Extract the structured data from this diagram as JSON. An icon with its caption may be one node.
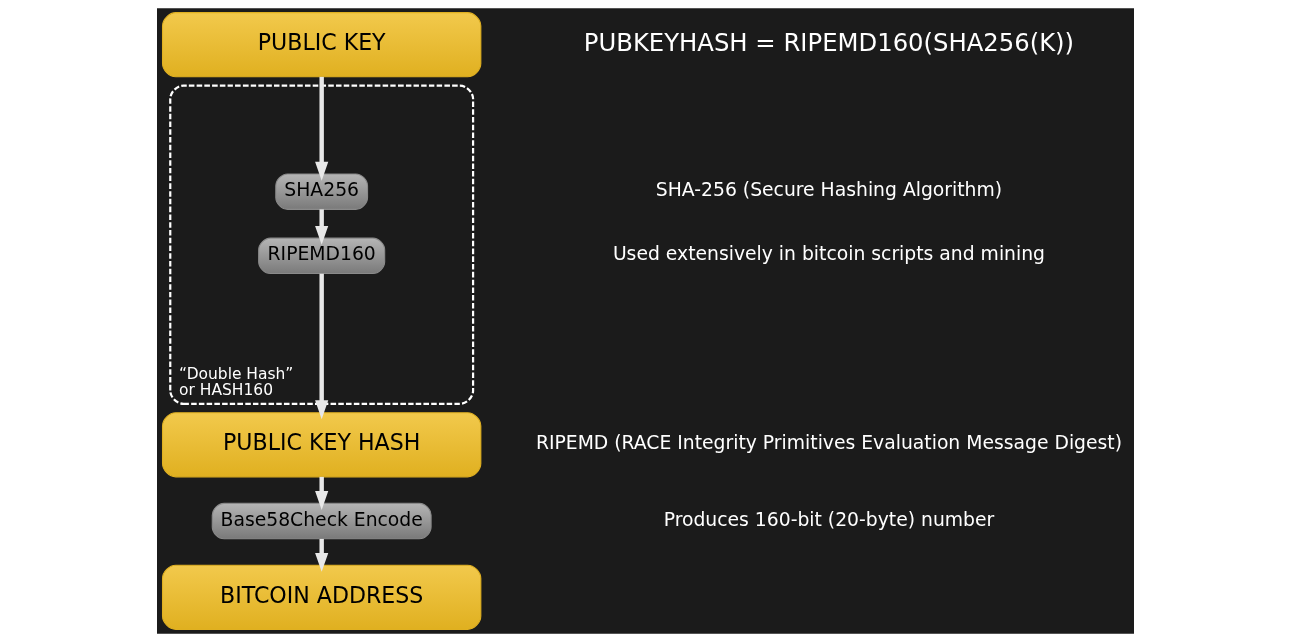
{
  "diagram": {
    "nodes": [
      {
        "text": [
          "PUBLIC KEY"
        ]
      },
      {
        "text": [
          "“Double Hash” or HASH160"
        ]
      },
      {
        "text": [
          "SHA256"
        ],
        "in": 1
      },
      {
        "text": [
          "RIPEMD160"
        ],
        "in": 1
      },
      {
        "text": [
          "PUBLIC KEY HASH"
        ]
      },
      {
        "text": [
          "Base58Check Encode"
        ]
      },
      {
        "text": [
          "BITCOIN ADDRESS"
        ]
      }
    ],
    "edges": [
      {
        "from": 0,
        "to": 2,
        "arrow": "to"
      },
      {
        "from": 2,
        "to": 3,
        "arrow": "to"
      },
      {
        "from": 3,
        "to": 4,
        "arrow": "to"
      },
      {
        "from": 4,
        "to": 5,
        "arrow": "to"
      },
      {
        "from": 5,
        "to": 6,
        "arrow": "to"
      }
    ],
    "labels": [
      "PUBKEYHASH = RIPEMD160(SHA256(K))",
      "SHA-256 (Secure Hashing Algorithm)",
      "Used extensively in bitcoin scripts and mining",
      "RIPEMD (RACE Integrity Primitives Evaluation Message Digest)",
      "Produces 160-bit (20-byte) number"
    ]
  }
}
